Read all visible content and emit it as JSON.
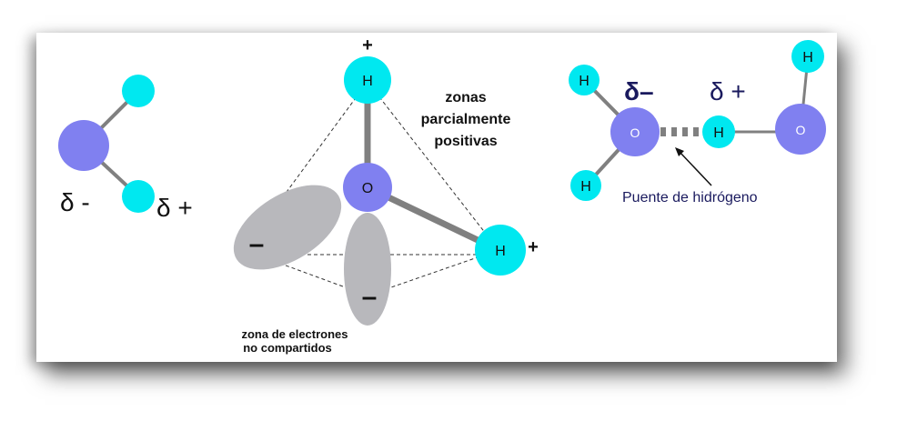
{
  "colors": {
    "oxygen": "#8080f0",
    "hydrogen": "#00e8f0",
    "bond": "#808080",
    "lone_pair": "#b8b8bc",
    "navy_text": "#1a1a5e"
  },
  "left_molecule": {
    "delta_minus": "δ -",
    "delta_plus": "δ +"
  },
  "center_molecule": {
    "oxygen": "O",
    "hydrogen_top": "H",
    "hydrogen_right": "H",
    "plus_top": "+",
    "plus_right": "+",
    "minus_left": "–",
    "minus_bottom": "–",
    "positive_zones_line1": "zonas",
    "positive_zones_line2": "parcialmente",
    "positive_zones_line3": "positivas",
    "lone_pair_line1": "zona de electrones",
    "lone_pair_line2": "no compartidos"
  },
  "right_molecules": {
    "h_top_left": "H",
    "h_bottom_left": "H",
    "o_left": "O",
    "h_bridge": "H",
    "o_right": "O",
    "h_top_right": "H",
    "delta_minus": "δ–",
    "delta_plus": "δ +",
    "hydrogen_bond_label": "Puente de hidrógeno"
  }
}
